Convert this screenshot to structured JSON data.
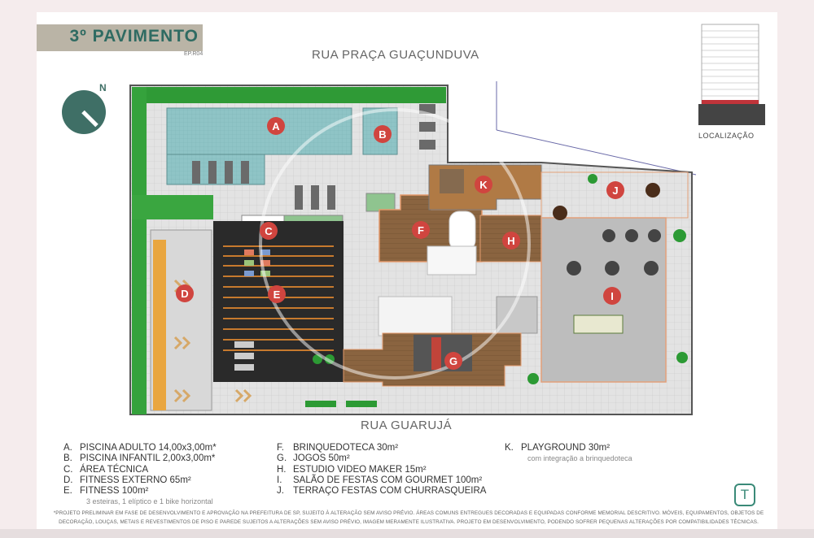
{
  "header": {
    "title": "3º PAVIMENTO",
    "code": "EP.R04",
    "compass_label": "N",
    "street_top": "RUA PRAÇA GUAÇUNDUVA",
    "street_bottom": "RUA GUARUJÁ",
    "location_label": "LOCALIZAÇÃO"
  },
  "plan": {
    "markers": [
      {
        "letter": "A"
      },
      {
        "letter": "B"
      },
      {
        "letter": "C"
      },
      {
        "letter": "D"
      },
      {
        "letter": "E"
      },
      {
        "letter": "F"
      },
      {
        "letter": "G"
      },
      {
        "letter": "H"
      },
      {
        "letter": "I"
      },
      {
        "letter": "J"
      },
      {
        "letter": "K"
      }
    ],
    "colors": {
      "marker": "#d0453f",
      "pool": "#8fc4c6",
      "wood": "#8a6440",
      "grass": "#2f9a36",
      "gym": "#2a2a2a",
      "accent": "#2f6b62"
    }
  },
  "legend": {
    "col1": [
      {
        "key": "A.",
        "text": "PISCINA ADULTO 14,00x3,00m*"
      },
      {
        "key": "B.",
        "text": "PISCINA INFANTIL 2,00x3,00m*"
      },
      {
        "key": "C.",
        "text": "ÁREA TÉCNICA"
      },
      {
        "key": "D.",
        "text": "FITNESS EXTERNO 65m²"
      },
      {
        "key": "E.",
        "text": "FITNESS 100m²"
      }
    ],
    "col1_note": "3 esteiras, 1 elíptico e 1 bike horizontal",
    "col2": [
      {
        "key": "F.",
        "text": "BRINQUEDOTECA 30m²"
      },
      {
        "key": "G.",
        "text": "JOGOS 50m²"
      },
      {
        "key": "H.",
        "text": "ESTUDIO VIDEO MAKER 15m²"
      },
      {
        "key": "I.",
        "text": "SALÃO DE FESTAS COM GOURMET 100m²"
      },
      {
        "key": "J.",
        "text": "TERRAÇO FESTAS COM CHURRASQUEIRA"
      }
    ],
    "col3": [
      {
        "key": "K.",
        "text": "PLAYGROUND 30m²"
      }
    ],
    "col3_note": "com integração a brinquedoteca"
  },
  "footer": {
    "line1": "*PROJETO PRELIMINAR EM FASE DE DESENVOLVIMENTO E APROVAÇÃO NA PREFEITURA DE SP, SUJEITO À ALTERAÇÃO SEM AVISO PRÉVIO. ÁREAS COMUNS ENTREGUES DECORADAS E EQUIPADAS CONFORME MEMORIAL DESCRITIVO. MÓVEIS, EQUIPAMENTOS, OBJETOS DE",
    "line2": "DECORAÇÃO, LOUÇAS, METAIS E REVESTIMENTOS DE PISO E PAREDE SUJEITOS A ALTERAÇÕES SEM AVISO PRÉVIO, IMAGEM MERAMENTE ILUSTRATIVA. PROJETO EM DESENVOLVIMENTO, PODENDO SOFRER PEQUENAS ALTERAÇÕES POR COMPATIBILIDADES TÉCNICAS.",
    "logo_letter": "T"
  }
}
